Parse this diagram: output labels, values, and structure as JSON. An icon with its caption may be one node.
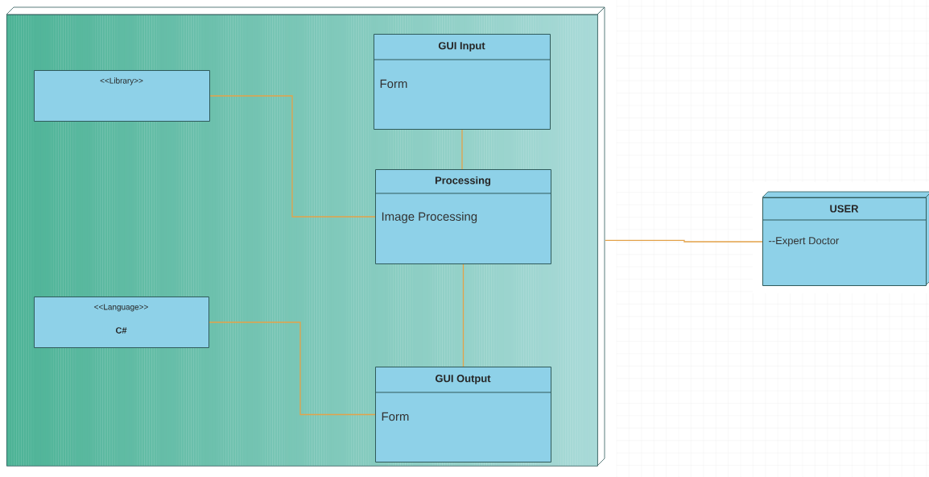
{
  "diagram": {
    "nodes": [
      {
        "text": [],
        "shape": "box"
      },
      {
        "text": [
          "GUI Input",
          "Form"
        ],
        "in": 0
      },
      {
        "text": [
          "<<Library>>"
        ],
        "in": 0
      },
      {
        "text": [
          "Processing",
          "Image Processing"
        ],
        "in": 0
      },
      {
        "text": [
          "<<Language>>",
          "C#"
        ],
        "in": 0
      },
      {
        "text": [
          "GUI Output",
          "Form"
        ],
        "in": 0
      },
      {
        "text": [
          "USER",
          "--Expert Doctor"
        ]
      }
    ],
    "edges": [
      {
        "from": 2,
        "to": 3,
        "arrow": "none"
      },
      {
        "from": 1,
        "to": 3,
        "arrow": "none"
      },
      {
        "from": 3,
        "to": 5,
        "arrow": "none"
      },
      {
        "from": 4,
        "to": 5,
        "arrow": "none"
      },
      {
        "from": 0,
        "to": 6,
        "arrow": "none"
      }
    ]
  }
}
